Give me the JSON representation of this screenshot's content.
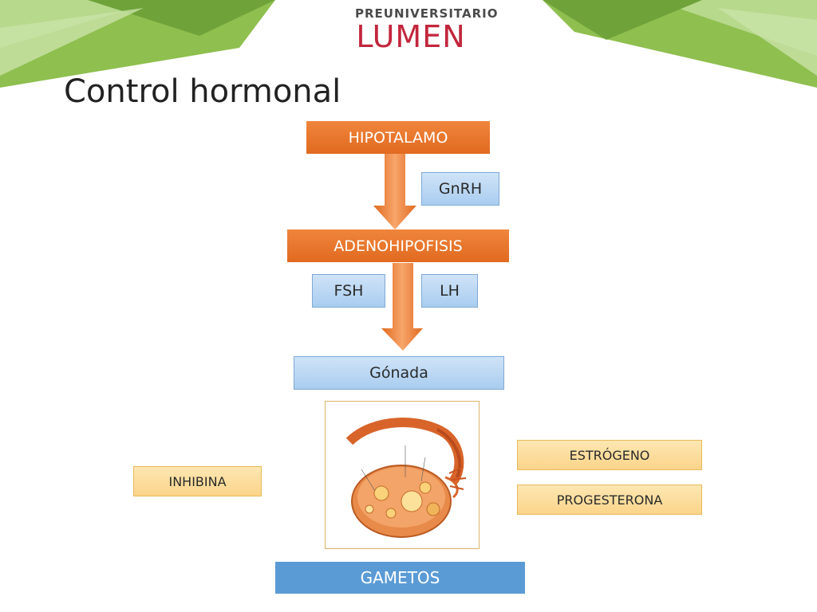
{
  "brand": {
    "top": "PREUNIVERSITARIO",
    "main": "LUMEN"
  },
  "title": "Control hormonal",
  "nodes": {
    "hipotalamo": "HIPOTALAMO",
    "gnrh": "GnRH",
    "adenohipofisis": "ADENOHIPOFISIS",
    "fsh": "FSH",
    "lh": "LH",
    "gonada": "Gónada",
    "estrogeno": "ESTRÓGENO",
    "progesterona": "PROGESTERONA",
    "inhibina": "INHIBINA",
    "gametos": "GAMETOS"
  },
  "colors": {
    "accent_orange": "#e8772c",
    "accent_blue": "#5b9bd5",
    "light_blue": "#b9d6f2",
    "yellow": "#fcdb9c",
    "green_light": "#a8d08d",
    "green_dark": "#70ad47",
    "logo_red": "#c2263c"
  },
  "icons": [
    "ovary-illustration",
    "down-arrow"
  ]
}
